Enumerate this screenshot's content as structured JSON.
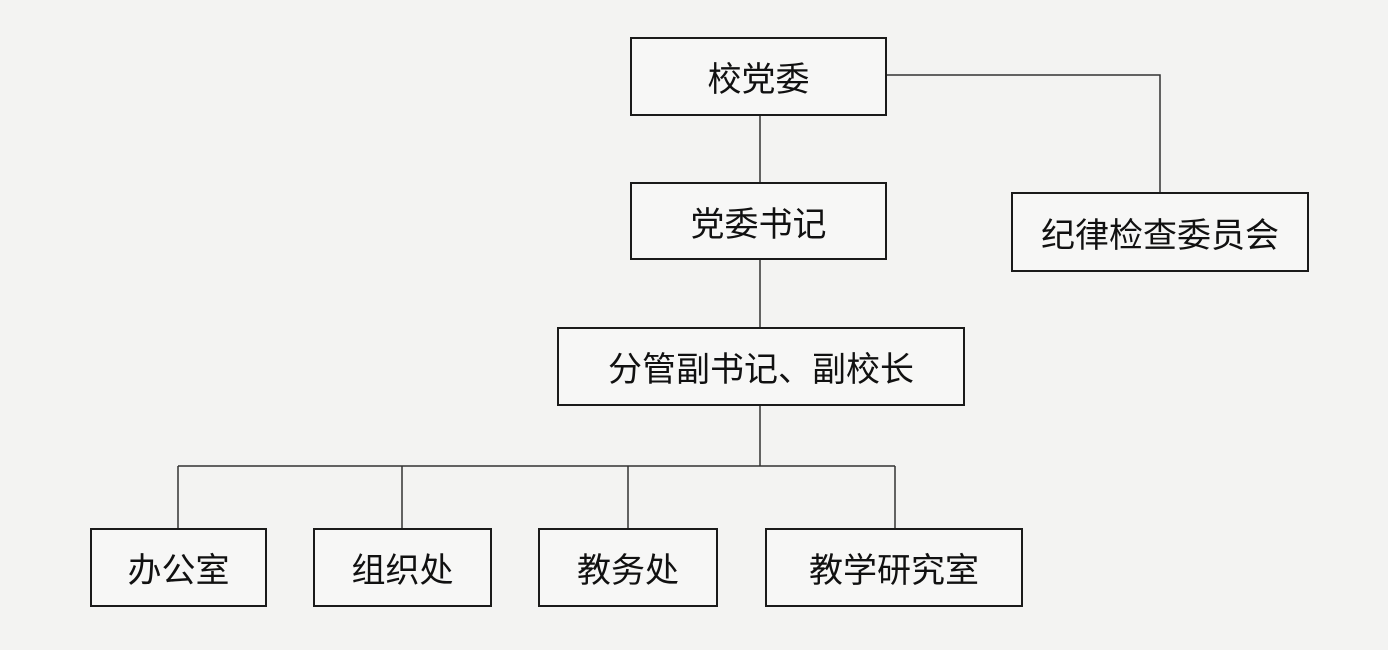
{
  "diagram": {
    "nodes": {
      "school_committee": "校党委",
      "party_secretary": "党委书记",
      "discipline_committee": "纪律检查委员会",
      "deputy_leaders": "分管副书记、副校长",
      "office": "办公室",
      "organization_dept": "组织处",
      "academic_affairs": "教务处",
      "teaching_research": "教学研究室"
    },
    "edges": [
      [
        "school_committee",
        "party_secretary"
      ],
      [
        "school_committee",
        "discipline_committee"
      ],
      [
        "party_secretary",
        "deputy_leaders"
      ],
      [
        "deputy_leaders",
        "office"
      ],
      [
        "deputy_leaders",
        "organization_dept"
      ],
      [
        "deputy_leaders",
        "academic_affairs"
      ],
      [
        "deputy_leaders",
        "teaching_research"
      ]
    ]
  }
}
